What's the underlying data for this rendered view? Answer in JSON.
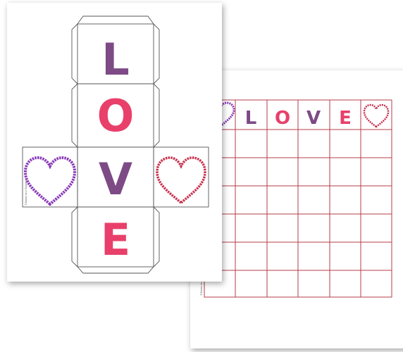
{
  "cube_sheet": {
    "letters": [
      "L",
      "O",
      "V",
      "E"
    ],
    "credit": "©Books and Giggles"
  },
  "bingo_sheet": {
    "header": [
      "heart",
      "L",
      "O",
      "V",
      "E",
      "heart"
    ],
    "credit": "©Books and Giggles"
  },
  "colors": {
    "purple": "#7d4a86",
    "pink": "#e8406a",
    "grid_red": "#b43c48",
    "heart_purple": "#8a38b8",
    "heart_red": "#c8304e"
  }
}
